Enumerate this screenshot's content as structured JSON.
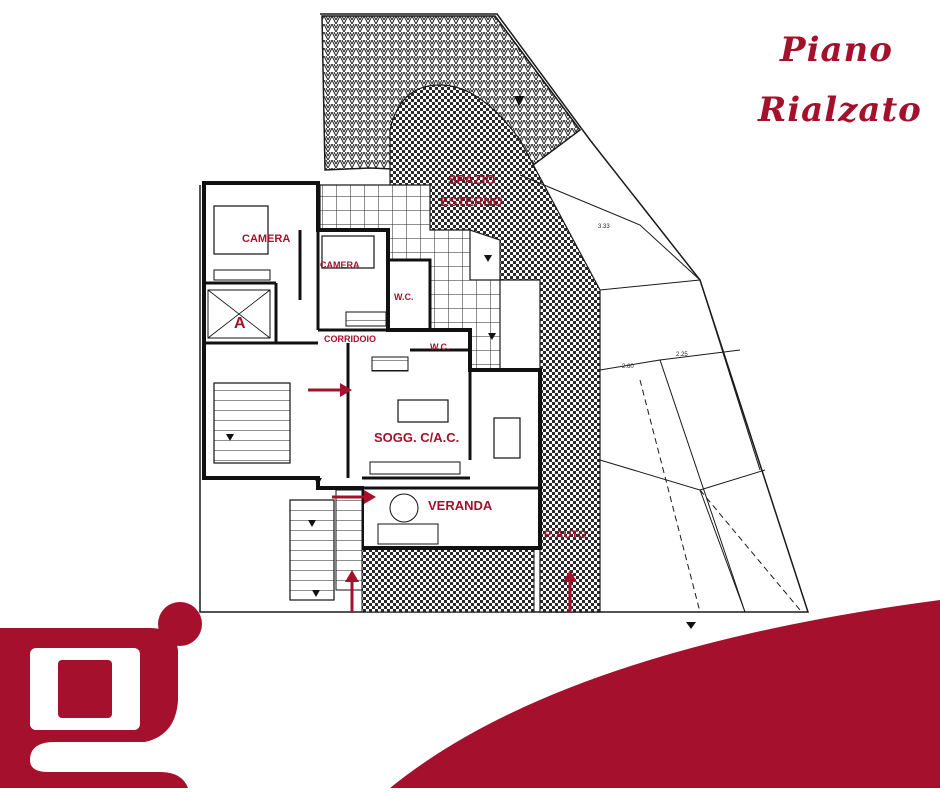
{
  "title": {
    "line1": "Piano",
    "line2": "Rialzato"
  },
  "rooms": {
    "spazio_esterno_1": "SPAZIO",
    "spazio_esterno_2": "ESTERNO",
    "camera_1": "CAMERA",
    "camera_2": "CAMERA",
    "wc_1": "W.C.",
    "wc_2": "W.C.",
    "corridoio": "CORRIDOIO",
    "soggiorno": "SOGG. C/A.C.",
    "veranda": "VERANDA",
    "posto_auto": "P. AUTO",
    "area": "A"
  },
  "dimensions": {
    "d1": "3.33",
    "d2": "2.60",
    "d3": "2.25"
  },
  "colors": {
    "accent": "#a5112c",
    "line": "#1a1a1a",
    "hatch": "#333333"
  },
  "logo": {
    "letter": "g"
  }
}
